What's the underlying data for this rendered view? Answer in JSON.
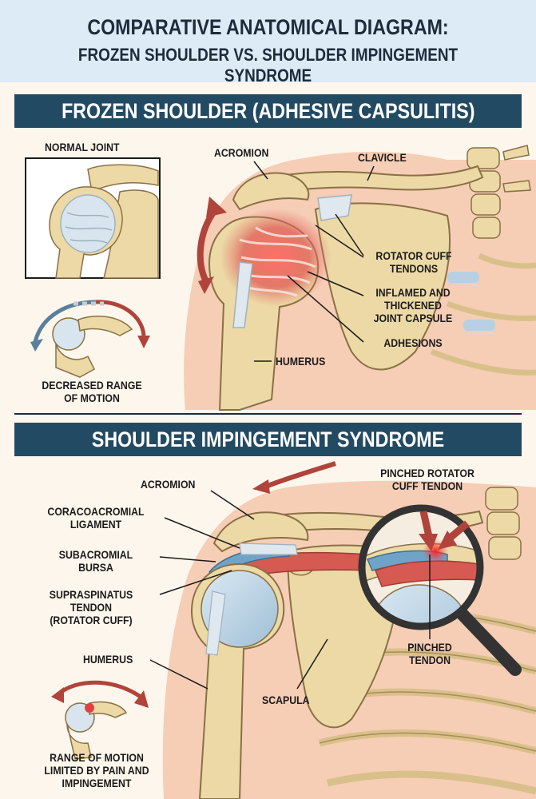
{
  "title": {
    "line1": "COMPARATIVE ANATOMICAL DIAGRAM:",
    "line2": "FROZEN SHOULDER VS. SHOULDER IMPINGEMENT SYNDROME"
  },
  "frozen": {
    "banner": "FROZEN SHOULDER (ADHESIVE CAPSULITIS)",
    "labels": {
      "normal_joint": "NORMAL JOINT",
      "acromion": "ACROMION",
      "clavicle": "CLAVICLE",
      "rotator_cuff_1": "ROTATOR CUFF",
      "rotator_cuff_2": "TENDONS",
      "inflamed_1": "INFLAMED AND",
      "inflamed_2": "THICKENED",
      "inflamed_3": "JOINT CAPSULE",
      "adhesions": "ADHESIONS",
      "humerus": "HUMERUS",
      "rom_1": "DECREASED RANGE",
      "rom_2": "OF MOTION"
    }
  },
  "impingement": {
    "banner": "SHOULDER IMPINGEMENT SYNDROME",
    "labels": {
      "acromion": "ACROMION",
      "coraco_1": "CORACOACROMIAL",
      "coraco_2": "LIGAMENT",
      "bursa_1": "SUBACROMIAL",
      "bursa_2": "BURSA",
      "supra_1": "SUPRASPINATUS",
      "supra_2": "TENDON",
      "supra_3": "(ROTATOR CUFF)",
      "humerus": "HUMERUS",
      "scapula": "SCAPULA",
      "pinched_cuff_1": "PINCHED ROTATOR",
      "pinched_cuff_2": "CUFF TENDON",
      "pinched_1": "PINCHED",
      "pinched_2": "TENDON",
      "rom_1": "RANGE OF MOTION",
      "rom_2": "LIMITED BY PAIN AND",
      "rom_3": "IMPINGEMENT"
    }
  },
  "colors": {
    "bone": "#ecd9a6",
    "skin": "#f3c7ae",
    "inflamed": "#de5b55",
    "bursa": "#6fa3c7",
    "banner": "#234a63",
    "arrow": "#b0433a"
  }
}
